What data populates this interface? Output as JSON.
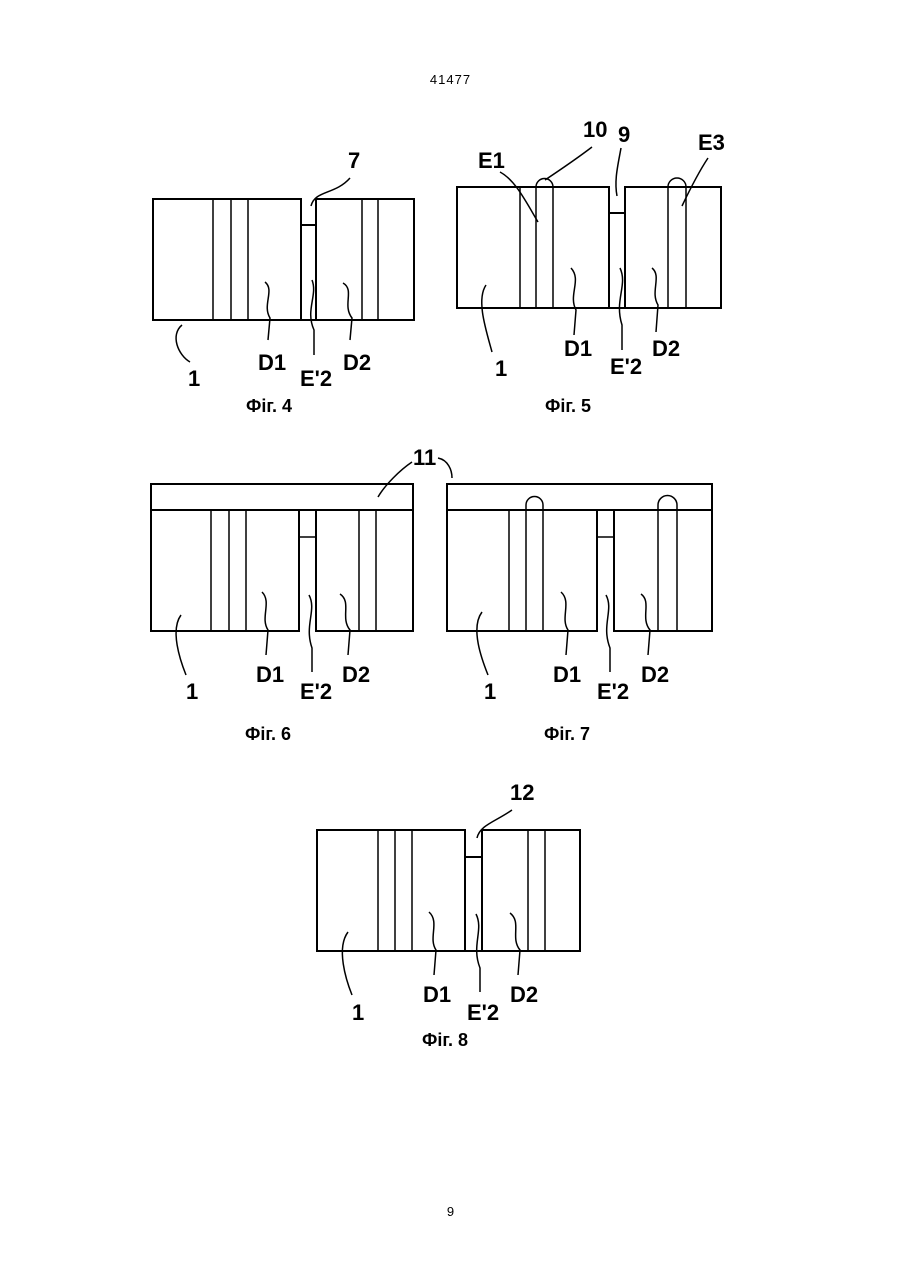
{
  "header": {
    "document_number": "41477"
  },
  "footer": {
    "page_number": "9"
  },
  "figures": {
    "fig4": {
      "caption": "Фіг. 4",
      "labels": {
        "ref1": "1",
        "d1": "D1",
        "e2": "E'2",
        "d2": "D2",
        "ref7": "7"
      }
    },
    "fig5": {
      "caption": "Фіг. 5",
      "labels": {
        "ref1": "1",
        "d1": "D1",
        "e2": "E'2",
        "d2": "D2",
        "e1": "E1",
        "ref10": "10",
        "ref9": "9",
        "e3": "E3"
      }
    },
    "fig6": {
      "caption": "Фіг. 6",
      "labels": {
        "ref1": "1",
        "d1": "D1",
        "e2": "E'2",
        "d2": "D2",
        "ref11": "11"
      }
    },
    "fig7": {
      "caption": "Фіг. 7",
      "labels": {
        "ref1": "1",
        "d1": "D1",
        "e2": "E'2",
        "d2": "D2"
      }
    },
    "fig8": {
      "caption": "Фіг. 8",
      "labels": {
        "ref1": "1",
        "d1": "D1",
        "e2": "E'2",
        "d2": "D2",
        "ref12": "12"
      }
    }
  }
}
